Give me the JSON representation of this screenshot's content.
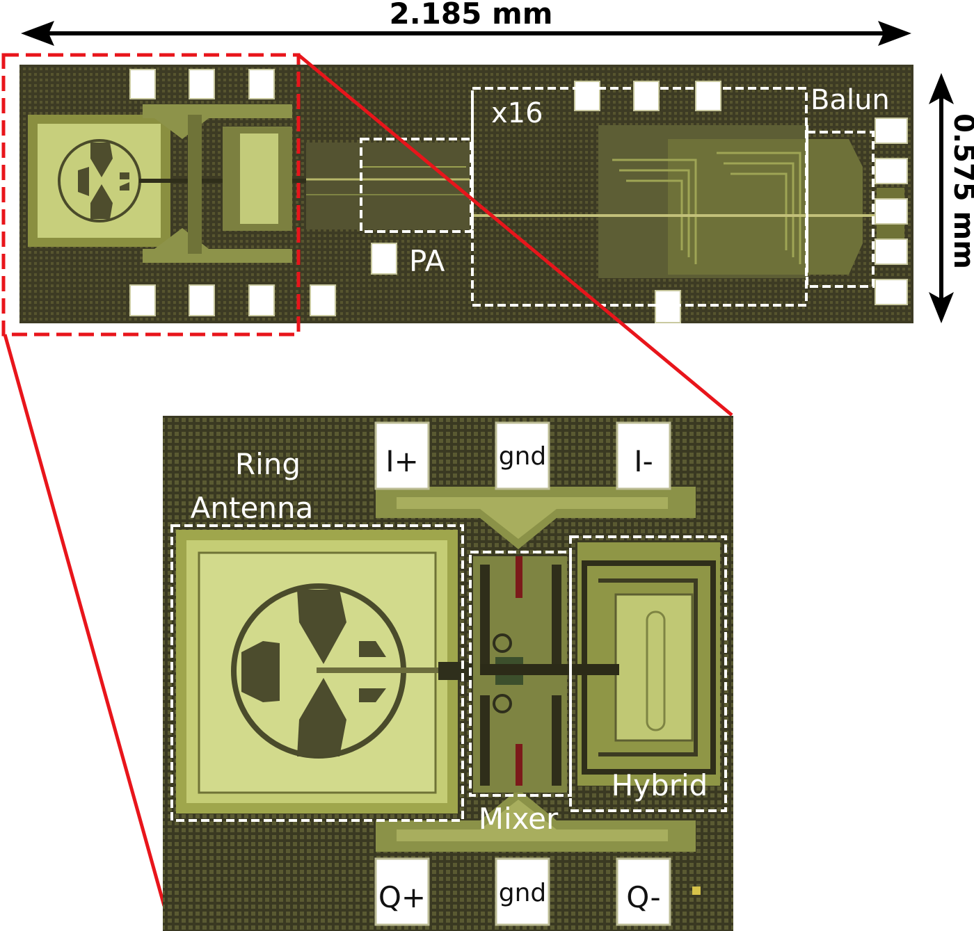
{
  "dimensions": {
    "width_label": "2.185 mm",
    "height_label": "0.575 mm"
  },
  "chip_labels": {
    "pa": "PA",
    "multiplier": "x16",
    "balun": "Balun"
  },
  "zoom_labels": {
    "antenna_line1": "Ring",
    "antenna_line2": "Antenna",
    "mixer": "Mixer",
    "hybrid": "Hybrid"
  },
  "pads": {
    "i_plus": "I+",
    "gnd_top": "gnd",
    "i_minus": "I-",
    "q_plus": "Q+",
    "gnd_bottom": "gnd",
    "q_minus": "Q-"
  },
  "colors": {
    "substrate": "#3b3a22",
    "metal": "#9aa34a",
    "antenna": "#c9d27a",
    "highlight": "#e8151b",
    "box": "#ffffff"
  }
}
